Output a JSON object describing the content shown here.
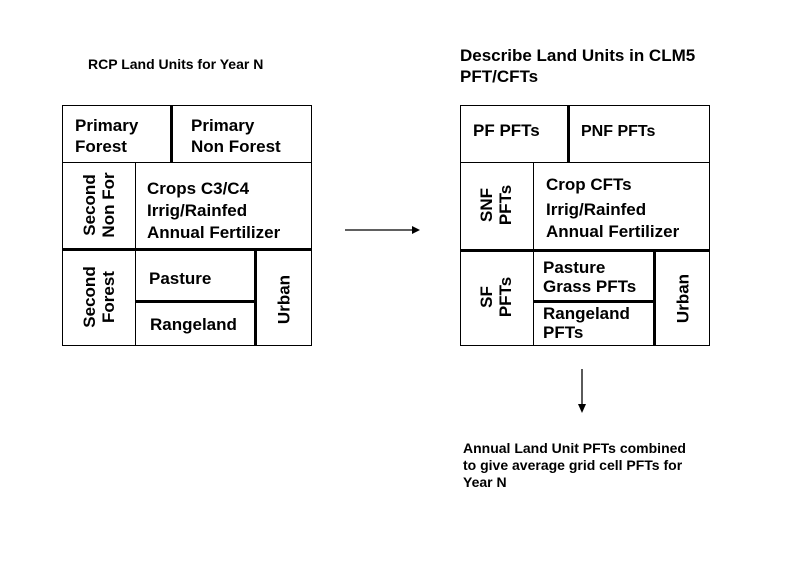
{
  "left": {
    "title": "RCP Land Units for Year N",
    "primary_forest": [
      "Primary",
      "Forest"
    ],
    "primary_non_forest": [
      "Primary",
      "Non Forest"
    ],
    "second_non_for": [
      "Second",
      "Non For"
    ],
    "crops": [
      "Crops C3/C4",
      "Irrig/Rainfed",
      "Annual Fertilizer"
    ],
    "second_forest": [
      "Second",
      "Forest"
    ],
    "pasture": "Pasture",
    "rangeland": "Rangeland",
    "urban": "Urban"
  },
  "right": {
    "title": [
      "Describe Land Units in CLM5",
      "PFT/CFTs"
    ],
    "pf": "PF PFTs",
    "pnf": "PNF PFTs",
    "snf": [
      "SNF",
      "PFTs"
    ],
    "crop": [
      "Crop CFTs",
      "Irrig/Rainfed",
      "Annual Fertilizer"
    ],
    "sf": [
      "SF",
      "PFTs"
    ],
    "pasture": [
      "Pasture",
      "Grass PFTs"
    ],
    "rangeland": [
      "Rangeland",
      "PFTs"
    ],
    "urban": "Urban"
  },
  "note": [
    "Annual Land Unit PFTs combined",
    "to give average grid cell PFTs for",
    "Year N"
  ]
}
